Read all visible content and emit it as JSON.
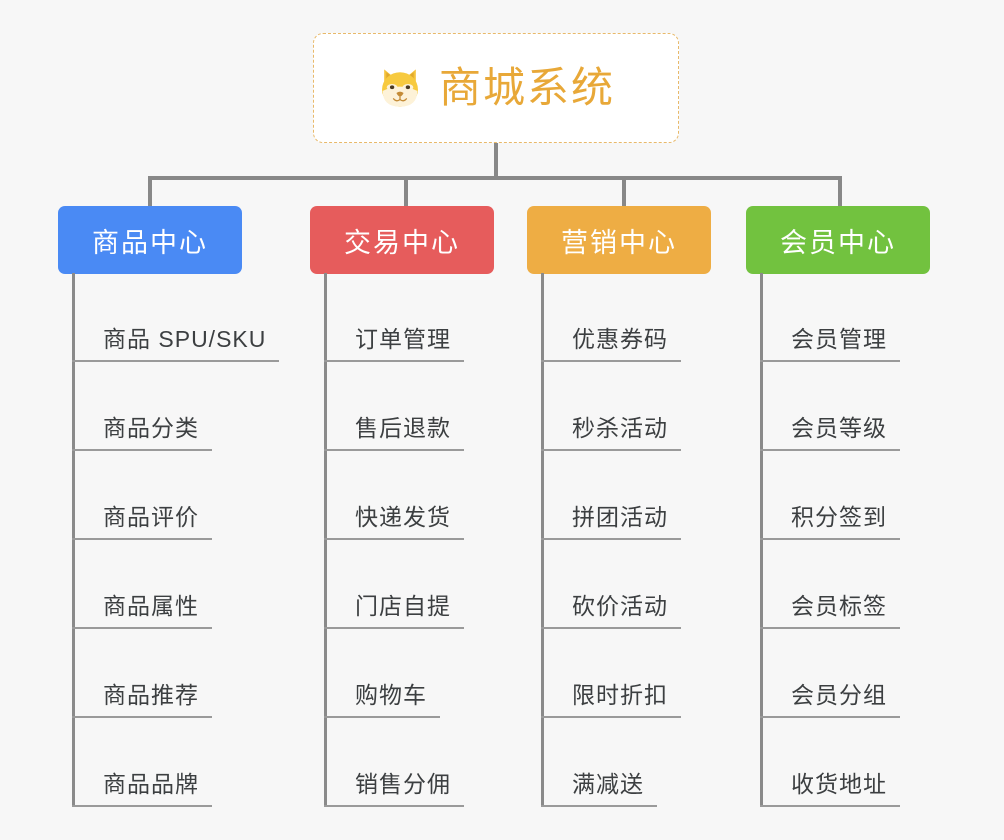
{
  "diagram": {
    "type": "org-chart",
    "background_color": "#f7f7f7",
    "root": {
      "title": "商城系统",
      "icon": "shiba-dog-face-icon",
      "text_color": "#e8a838",
      "border_color": "#e8b96a",
      "background_color": "#ffffff"
    },
    "connector_color": "#888888",
    "branches": [
      {
        "label": "商品中心",
        "color": "#4a8af4",
        "items": [
          "商品 SPU/SKU",
          "商品分类",
          "商品评价",
          "商品属性",
          "商品推荐",
          "商品品牌"
        ]
      },
      {
        "label": "交易中心",
        "color": "#e65c5c",
        "items": [
          "订单管理",
          "售后退款",
          "快递发货",
          "门店自提",
          "购物车",
          "销售分佣"
        ]
      },
      {
        "label": "营销中心",
        "color": "#eead44",
        "items": [
          "优惠券码",
          "秒杀活动",
          "拼团活动",
          "砍价活动",
          "限时折扣",
          "满减送"
        ]
      },
      {
        "label": "会员中心",
        "color": "#72c23f",
        "items": [
          "会员管理",
          "会员等级",
          "积分签到",
          "会员标签",
          "会员分组",
          "收货地址"
        ]
      }
    ]
  }
}
